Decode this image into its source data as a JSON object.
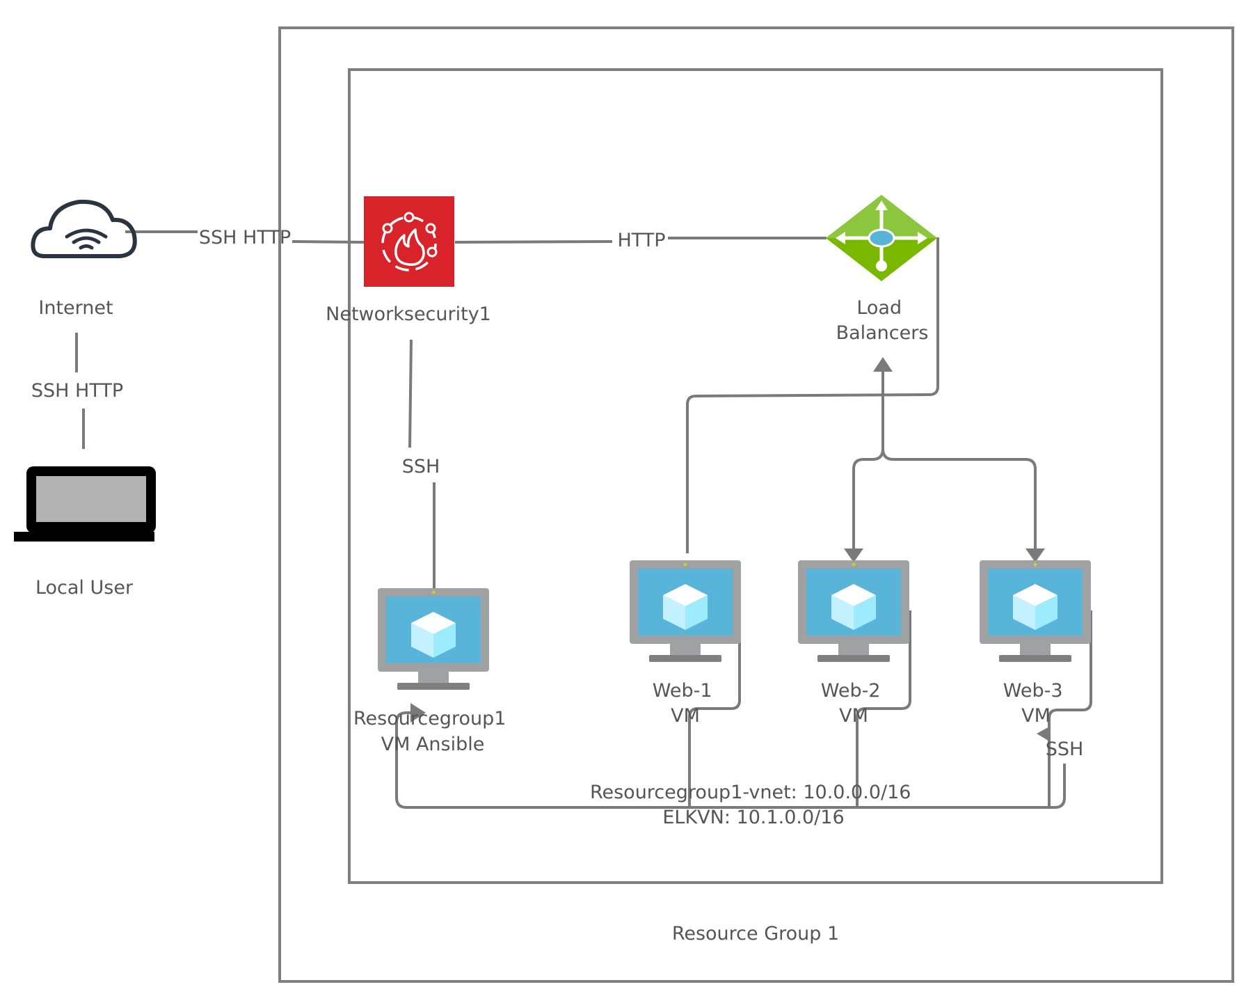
{
  "nodes": {
    "internet": {
      "label": "Internet",
      "icon": "cloud-wifi-icon"
    },
    "local_user": {
      "label": "Local User",
      "icon": "laptop-icon"
    },
    "nsg": {
      "label": "Networksecurity1",
      "icon": "firewall-icon",
      "color": "#d8232a"
    },
    "load_balancer": {
      "label_lines": [
        "Load",
        "Balancers"
      ],
      "icon": "load-balancer-icon",
      "color": "#7ab800"
    },
    "ansible_vm": {
      "label_lines": [
        "Resourcegroup1",
        "VM Ansible"
      ],
      "icon": "vm-monitor-icon"
    },
    "web1": {
      "label_lines": [
        "Web-1",
        "VM"
      ],
      "icon": "vm-monitor-icon"
    },
    "web2": {
      "label_lines": [
        "Web-2",
        "VM"
      ],
      "icon": "vm-monitor-icon"
    },
    "web3": {
      "label_lines": [
        "Web-3",
        "VM"
      ],
      "icon": "vm-monitor-icon"
    }
  },
  "edges": {
    "internet_nsg": "SSH HTTP",
    "internet_user": "SSH HTTP",
    "nsg_lb": "HTTP",
    "nsg_ansible": "SSH",
    "web3_ssh": "SSH"
  },
  "groups": {
    "resource_group": "Resource Group 1",
    "vnet_line1": "Resourcegroup1-vnet: 10.0.0.0/16",
    "vnet_line2": "ELKVN: 10.1.0.0/16"
  },
  "colors": {
    "vm_screen": "#59b4d9",
    "vm_frame": "#a0a1a2",
    "connector": "#7a7a7a"
  }
}
